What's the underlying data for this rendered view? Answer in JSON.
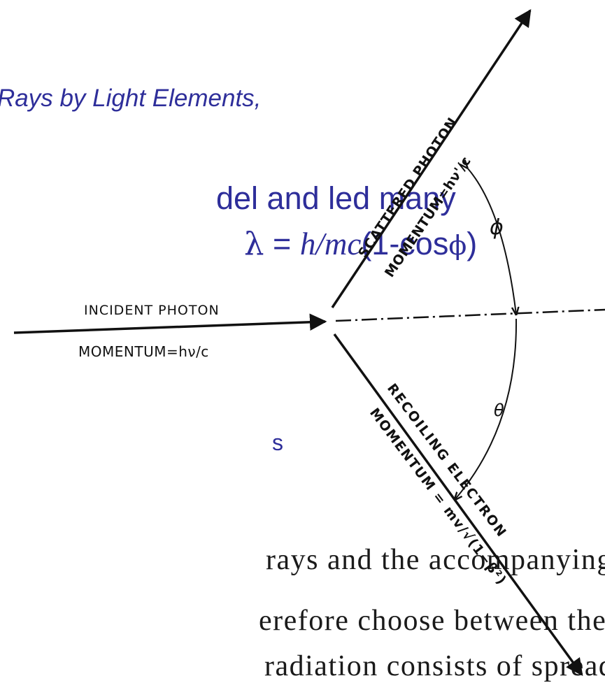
{
  "slide": {
    "subtitle_fragment": "Rays by Light Elements,",
    "heading_line1": "del and led many",
    "heading_line2": {
      "lambda": "λ",
      "equals": " = ",
      "h_over_mc": "h/mc",
      "paren_open": "(1-cos",
      "phi": "ϕ",
      "paren_close": ")"
    },
    "bullet_fragment": "s"
  },
  "book_text": {
    "line1": "rays and the accompanying",
    "line2": "erefore choose between the",
    "line3": "radiation consists of spread-"
  },
  "diagram": {
    "incident_label": "INCIDENT PHOTON",
    "incident_momentum": "MOMENTUM=hν/c",
    "scattered_label": "SCATTERED PHOTON",
    "scattered_momentum": "MOMENTUM=hν'/c",
    "recoil_label": "RECOILING ELECTRON",
    "recoil_momentum": "MOMENTUM = mv/√(1−β²)",
    "phi_symbol": "ϕ",
    "theta_symbol": "θ"
  },
  "colors": {
    "slide_text": "#2e2e9a",
    "book_text": "#1a1a1a",
    "diagram_ink": "#111111"
  }
}
